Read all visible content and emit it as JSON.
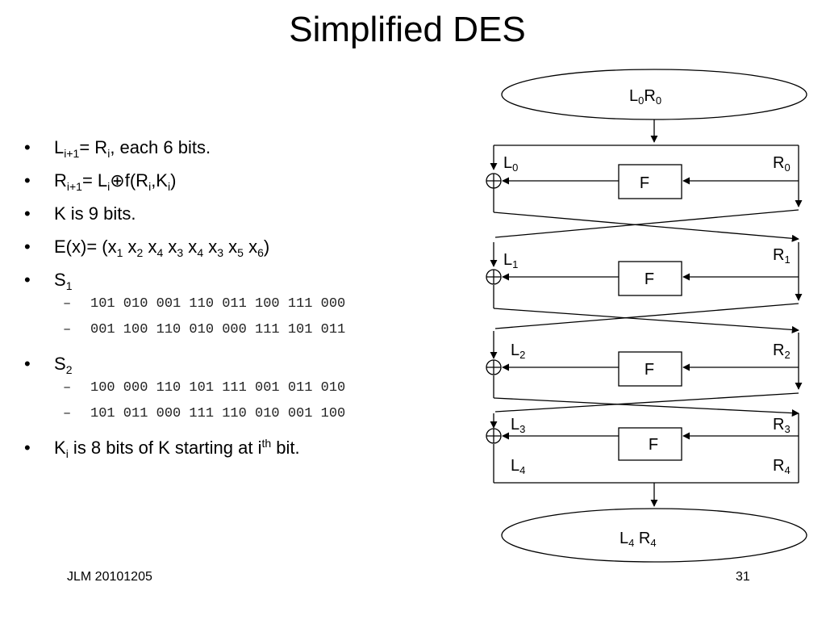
{
  "slide": {
    "title": "Simplified DES",
    "footer_left": "JLM 20101205",
    "page_number": "31"
  },
  "bullets": {
    "b1": {
      "L": "L",
      "sub_i1": "i+1",
      "eq": "= R",
      "sub_i": "i",
      "rest": ", each 6 bits."
    },
    "b2": {
      "R": "R",
      "sub_i1": "i+1",
      "eq": "= L",
      "sub_i": "i",
      "xor": "⊕",
      "f": "f(R",
      "sub_i2": "i",
      "comma": ",K",
      "sub_i3": "i",
      "close": ")"
    },
    "b3": {
      "text": "K is 9 bits."
    },
    "b4": {
      "text": "E(x)=  (x",
      "s1": "1",
      "x2": " x",
      "s2": "2",
      "x3": " x",
      "s3": "4",
      "x4": " x",
      "s4": "3",
      "x5": " x",
      "s5": "4",
      "x6": " x",
      "s6": "3",
      "x7": " x",
      "s7": "5",
      "x8": " x",
      "s8": "6",
      "close": ")"
    },
    "b5": {
      "S": "S",
      "sub": "1"
    },
    "s1_rows": [
      "101 010 001 110 011 100 111 000",
      "001 100 110 010 000 111 101 011"
    ],
    "b6": {
      "S": "S",
      "sub": "2"
    },
    "s2_rows": [
      "100 000 110 101 111 001 011 010",
      "101 011 000 111 110 010 001 100"
    ],
    "b7": {
      "K": "K",
      "sub": "i",
      "mid": " is 8 bits of K starting at i",
      "sup": "th",
      "end": " bit."
    },
    "bullet_char": "•",
    "dash_char": "–"
  },
  "diagram": {
    "top_oval": {
      "L": "L",
      "Ls": "0",
      "R": "R",
      "Rs": "0"
    },
    "bottom_oval": {
      "L": "L",
      "Ls": "4",
      "R": " R",
      "Rs": "4"
    },
    "f_box_label": "F",
    "xor_symbol": "⊕",
    "left_labels": [
      {
        "L": "L",
        "s": "0"
      },
      {
        "L": "L",
        "s": "1"
      },
      {
        "L": "L",
        "s": "2"
      },
      {
        "L": "L",
        "s": "3"
      },
      {
        "L": "L",
        "s": "4"
      }
    ],
    "right_labels": [
      {
        "R": "R",
        "s": "0"
      },
      {
        "R": "R",
        "s": "1"
      },
      {
        "R": "R",
        "s": "2"
      },
      {
        "R": "R",
        "s": "3"
      },
      {
        "R": "R",
        "s": "4"
      }
    ]
  }
}
